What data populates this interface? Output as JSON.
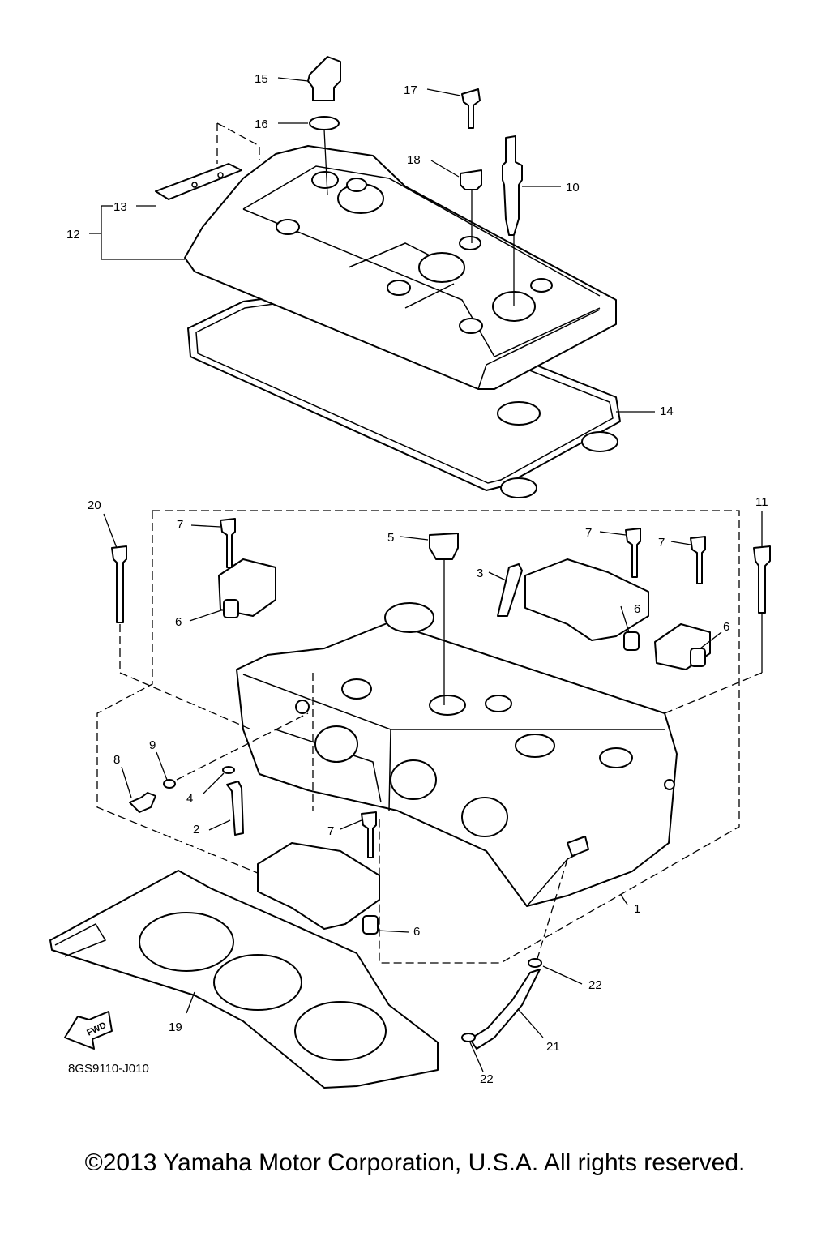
{
  "callouts": {
    "c1": "1",
    "c2": "2",
    "c3": "3",
    "c4": "4",
    "c5": "5",
    "c6a": "6",
    "c6b": "6",
    "c6c": "6",
    "c6d": "6",
    "c7a": "7",
    "c7b": "7",
    "c7c": "7",
    "c7d": "7",
    "c8": "8",
    "c9": "9",
    "c10": "10",
    "c11": "11",
    "c12": "12",
    "c13": "13",
    "c14": "14",
    "c15": "15",
    "c16": "16",
    "c17": "17",
    "c18": "18",
    "c19": "19",
    "c20": "20",
    "c21": "21",
    "c22a": "22",
    "c22b": "22"
  },
  "fwd_label": "FWD",
  "reference_code": "8GS9110-J010",
  "copyright": "©2013 Yamaha Motor Corporation, U.S.A. All rights reserved."
}
